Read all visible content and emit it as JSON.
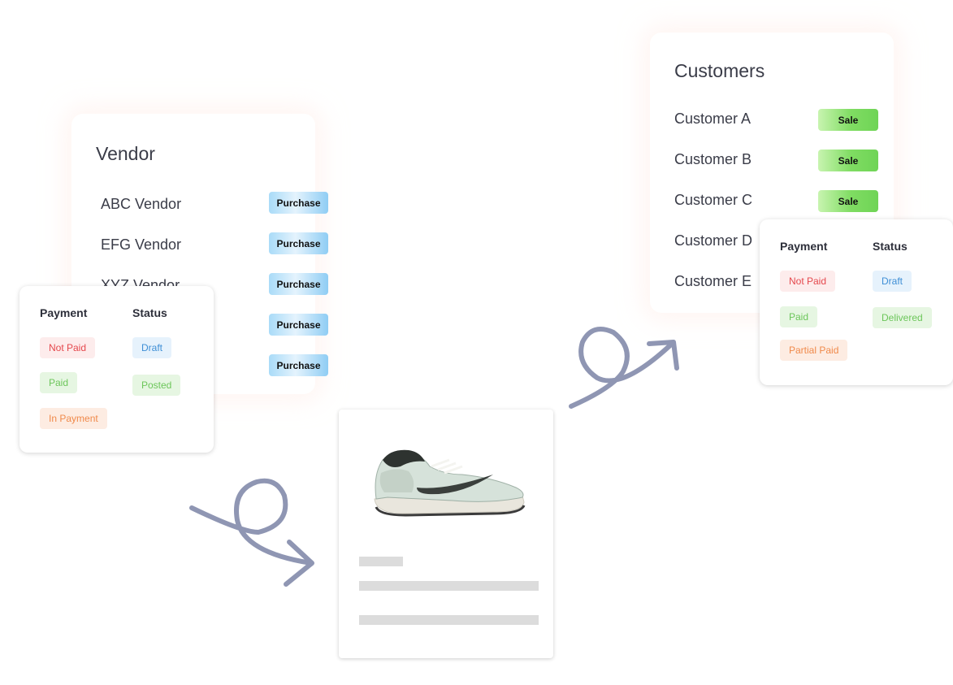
{
  "vendor": {
    "title": "Vendor",
    "items": [
      {
        "name": "ABC Vendor",
        "action": "Purchase"
      },
      {
        "name": "EFG Vendor",
        "action": "Purchase"
      },
      {
        "name": "XYZ Vendor",
        "action": "Purchase"
      },
      {
        "name": "",
        "action": "Purchase"
      },
      {
        "name": "",
        "action": "Purchase"
      }
    ]
  },
  "customers": {
    "title": "Customers",
    "items": [
      {
        "name": "Customer A",
        "action": "Sale"
      },
      {
        "name": "Customer B",
        "action": "Sale"
      },
      {
        "name": "Customer C",
        "action": "Sale"
      },
      {
        "name": "Customer D",
        "action": ""
      },
      {
        "name": "Customer E",
        "action": ""
      }
    ]
  },
  "vendor_status": {
    "payment_title": "Payment",
    "status_title": "Status",
    "payment": [
      "Not Paid",
      "Paid",
      "In Payment"
    ],
    "status": [
      "Draft",
      "Posted"
    ]
  },
  "customer_status": {
    "payment_title": "Payment",
    "status_title": "Status",
    "payment": [
      "Not Paid",
      "Paid",
      "Partial Paid"
    ],
    "status": [
      "Draft",
      "Delivered"
    ]
  },
  "product": {
    "image_icon": "sneaker-image"
  },
  "colors": {
    "purchase_button": "#a9dbf8",
    "sale_button": "#7fdc62",
    "arrow": "#8f96b3"
  }
}
